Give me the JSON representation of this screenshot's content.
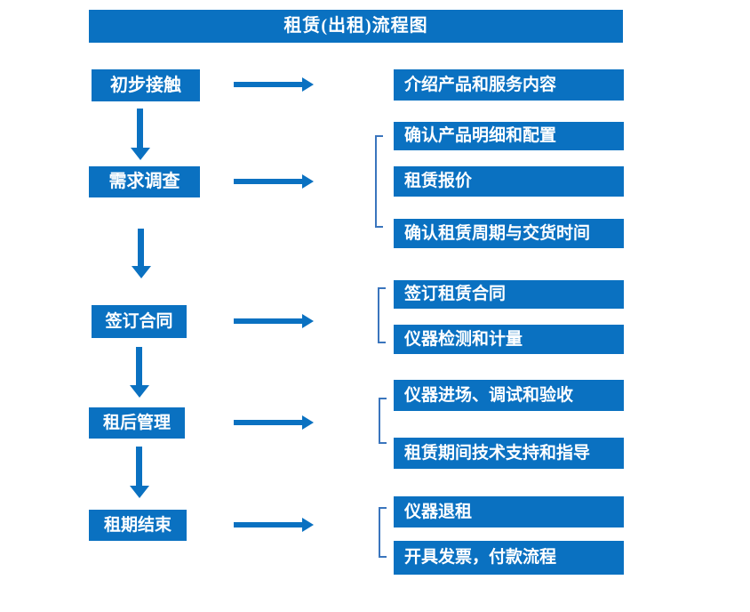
{
  "title": "租赁(出租)流程图",
  "colors": {
    "primary_blue": "#0a71c1",
    "bracket_blue": "#3a75bd",
    "text_white": "#ffffff",
    "background": "#ffffff"
  },
  "steps": [
    {
      "label": "初步接触"
    },
    {
      "label": "需求调查"
    },
    {
      "label": "签订合同"
    },
    {
      "label": "租后管理"
    },
    {
      "label": "租期结束"
    }
  ],
  "details": [
    {
      "label": "介绍产品和服务内容",
      "group": 1
    },
    {
      "label": "确认产品明细和配置",
      "group": 2
    },
    {
      "label": "租赁报价",
      "group": 2
    },
    {
      "label": "确认租赁周期与交货时间",
      "group": 2
    },
    {
      "label": "签订租赁合同",
      "group": 3
    },
    {
      "label": "仪器检测和计量",
      "group": 3
    },
    {
      "label": "仪器进场、调试和验收",
      "group": 4
    },
    {
      "label": "租赁期间技术支持和指导",
      "group": 4
    },
    {
      "label": "仪器退租",
      "group": 5
    },
    {
      "label": "开具发票，付款流程",
      "group": 5
    }
  ]
}
